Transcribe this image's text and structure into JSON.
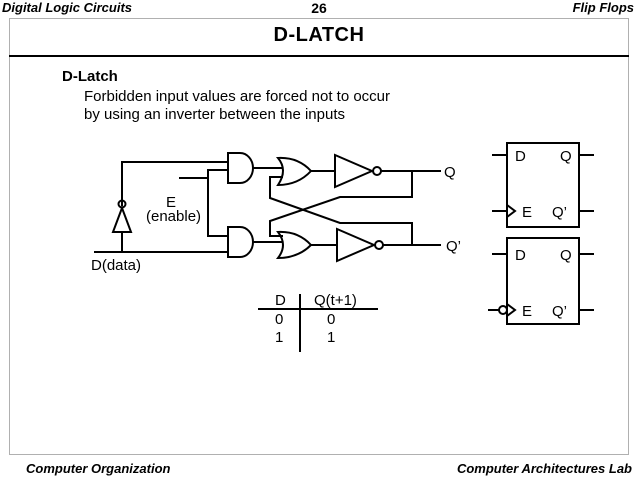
{
  "header": {
    "left": "Digital Logic Circuits",
    "page_number": "26",
    "right": "Flip Flops"
  },
  "slide": {
    "title": "D-LATCH",
    "section": "D-Latch",
    "desc_line1": "Forbidden input values are forced not to occur",
    "desc_line2": "by using an inverter between the inputs"
  },
  "circuit": {
    "label_e": "E",
    "label_enable": "(enable)",
    "label_d": "D(data)",
    "label_q": "Q",
    "label_qbar": "Q’"
  },
  "truth_table": {
    "header_d": "D",
    "header_q": "Q(t+1)",
    "rows": [
      {
        "d": "0",
        "q": "0"
      },
      {
        "d": "1",
        "q": "1"
      }
    ]
  },
  "symbol_high": {
    "d": "D",
    "q": "Q",
    "e": "E",
    "qbar": "Q’"
  },
  "symbol_low": {
    "d": "D",
    "q": "Q",
    "e": "E",
    "qbar": "Q’"
  },
  "footer": {
    "left": "Computer Organization",
    "right": "Computer Architectures Lab"
  }
}
